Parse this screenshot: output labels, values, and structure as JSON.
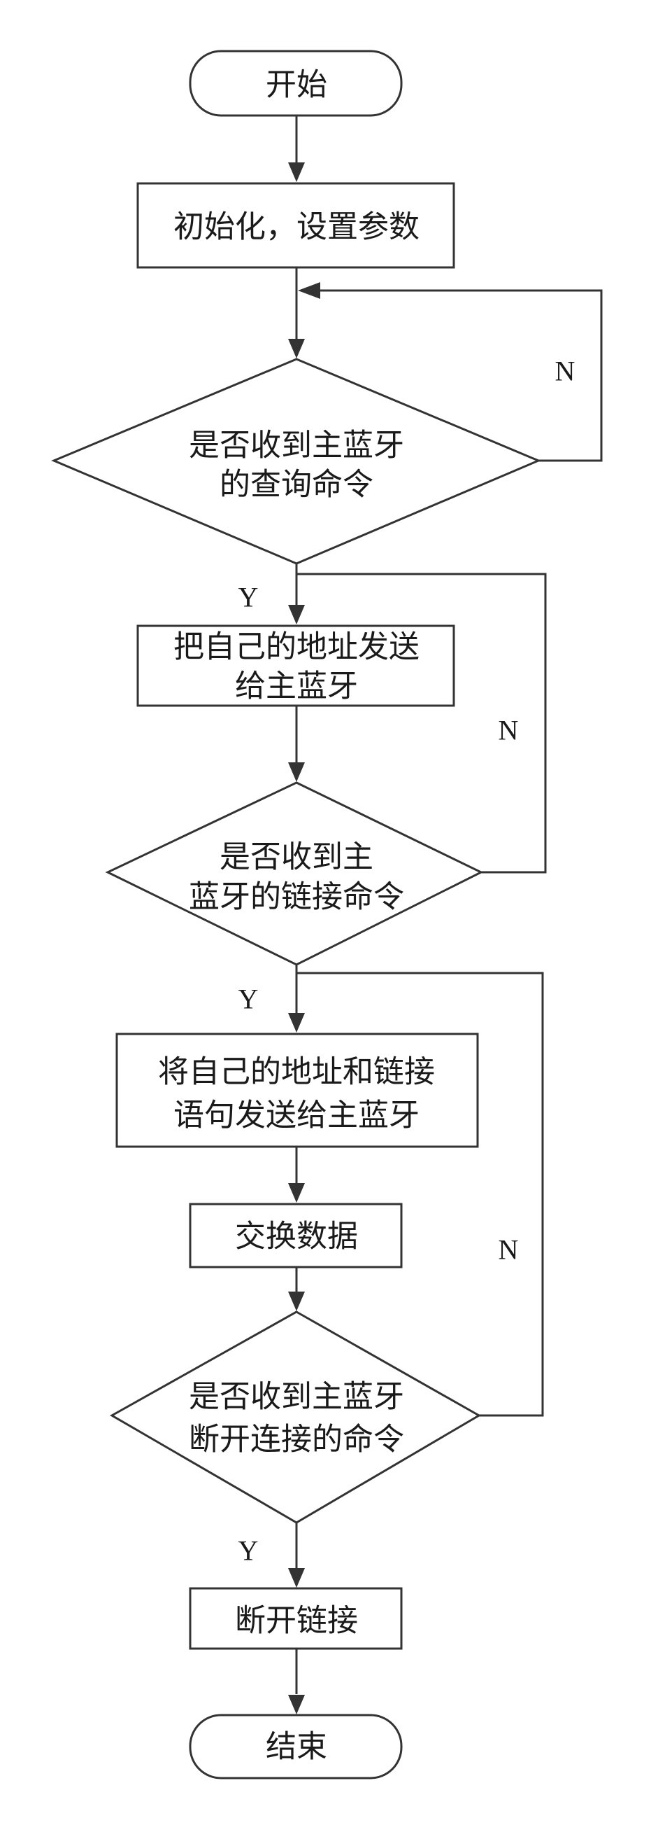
{
  "flowchart": {
    "start": "开始",
    "init": "初始化，设置参数",
    "decision_query": [
      "是否收到主蓝牙",
      "的查询命令"
    ],
    "send_address": [
      "把自己的地址发送",
      "给主蓝牙"
    ],
    "decision_link": [
      "是否收到主",
      "蓝牙的链接命令"
    ],
    "send_address_link": [
      "将自己的地址和链接",
      "语句发送给主蓝牙"
    ],
    "exchange": "交换数据",
    "decision_disconnect": [
      "是否收到主蓝牙",
      "断开连接的命令"
    ],
    "disconnect": "断开链接",
    "end": "结束",
    "yes_label": "Y",
    "no_label": "N"
  }
}
